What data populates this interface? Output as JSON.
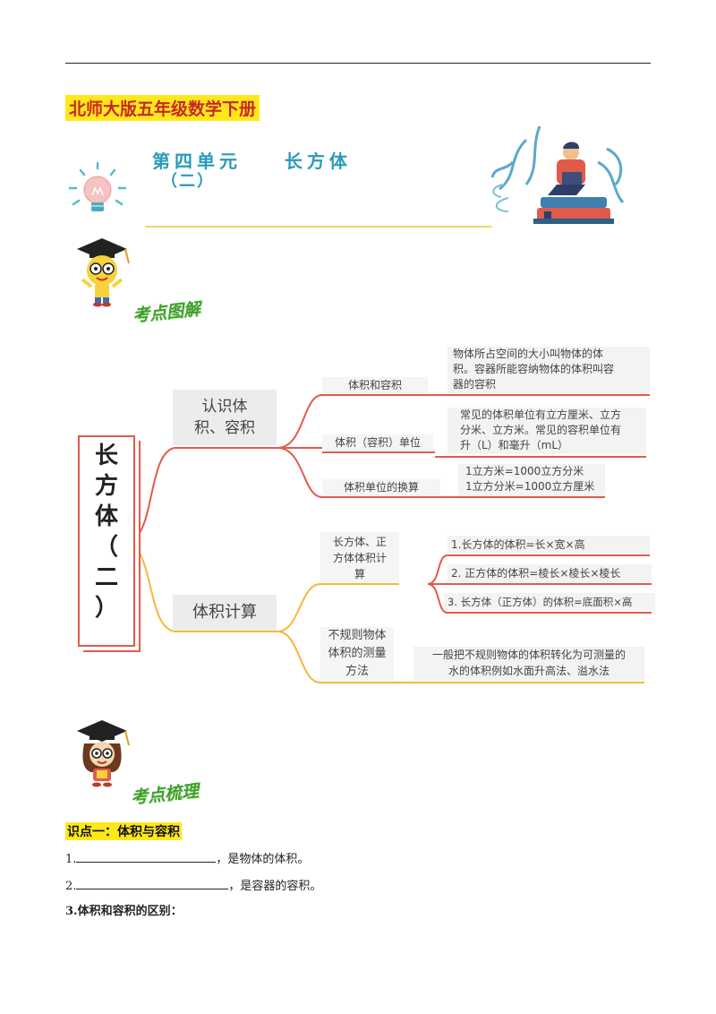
{
  "header": {
    "book_title": "北师大版五年级数学下册",
    "unit_title": "第四单元    长方体",
    "unit_subtitle": "（二）"
  },
  "sections": {
    "diagram_label": "考点图解",
    "review_label": "考点梳理"
  },
  "mindmap": {
    "root": [
      "长",
      "方",
      "体",
      "（",
      "二",
      "）"
    ],
    "branch1": {
      "label_line1": "认识体",
      "label_line2": "积、容积",
      "items": [
        {
          "label": "体积和容积",
          "note": [
            "物体所占空间的大小叫物体的体",
            "积。容器所能容纳物体的体积叫容",
            "器的容积"
          ]
        },
        {
          "label": "体积（容积）单位",
          "note": [
            "常见的体积单位有立方厘米、立方",
            "分米、立方米。常见的容积单位有",
            "升（L）和毫升（mL）"
          ]
        },
        {
          "label": "体积单位的换算",
          "note": [
            "1立方米=1000立方分米",
            "1立方分米=1000立方厘米"
          ]
        }
      ]
    },
    "branch2": {
      "label": "体积计算",
      "items": [
        {
          "label": [
            "长方体、正",
            "方体体积计",
            "算"
          ],
          "notes": [
            "1.长方体的体积=长×宽×高",
            "2. 正方体的体积=棱长×棱长×棱长",
            "3. 长方体（正方体）的体积=底面积×高"
          ]
        },
        {
          "label": [
            "不规则物体",
            "体积的测量",
            "方法"
          ],
          "notes": [
            "一般把不规则物体的体积转化为可测量的",
            "水的体积例如水面升高法、溢水法"
          ]
        }
      ]
    }
  },
  "content": {
    "kp1_title": "识点一：体积与容积",
    "line1_prefix": "1.",
    "line1_suffix": "，是物体的体积。",
    "line2_prefix": "2.",
    "line2_suffix": "，是容器的容积。",
    "line3": "3.体积和容积的区别："
  },
  "colors": {
    "red_accent": "#e25a4c",
    "gold_accent": "#f6b73c",
    "title_blue": "#2a9bb8",
    "highlight": "#ffe81a"
  }
}
